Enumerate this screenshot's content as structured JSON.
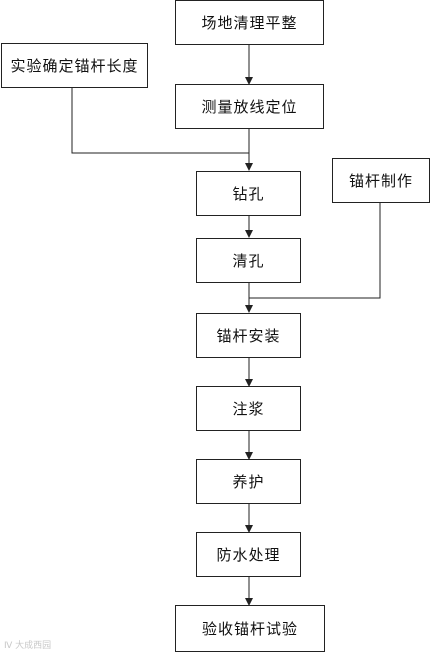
{
  "flowchart": {
    "steps": {
      "site_clearing": "场地清理平整",
      "determine_length": "实验确定锚杆长度",
      "survey_position": "测量放线定位",
      "drilling": "钻孔",
      "anchor_fabrication": "锚杆制作",
      "hole_cleaning": "清孔",
      "anchor_installation": "锚杆安装",
      "grouting": "注浆",
      "curing": "养护",
      "waterproofing": "防水处理",
      "acceptance_test": "验收锚杆试验"
    }
  },
  "watermark": {
    "text": "Ⅳ 大成西园"
  },
  "colors": {
    "line": "#222222",
    "box_border": "#222222"
  }
}
